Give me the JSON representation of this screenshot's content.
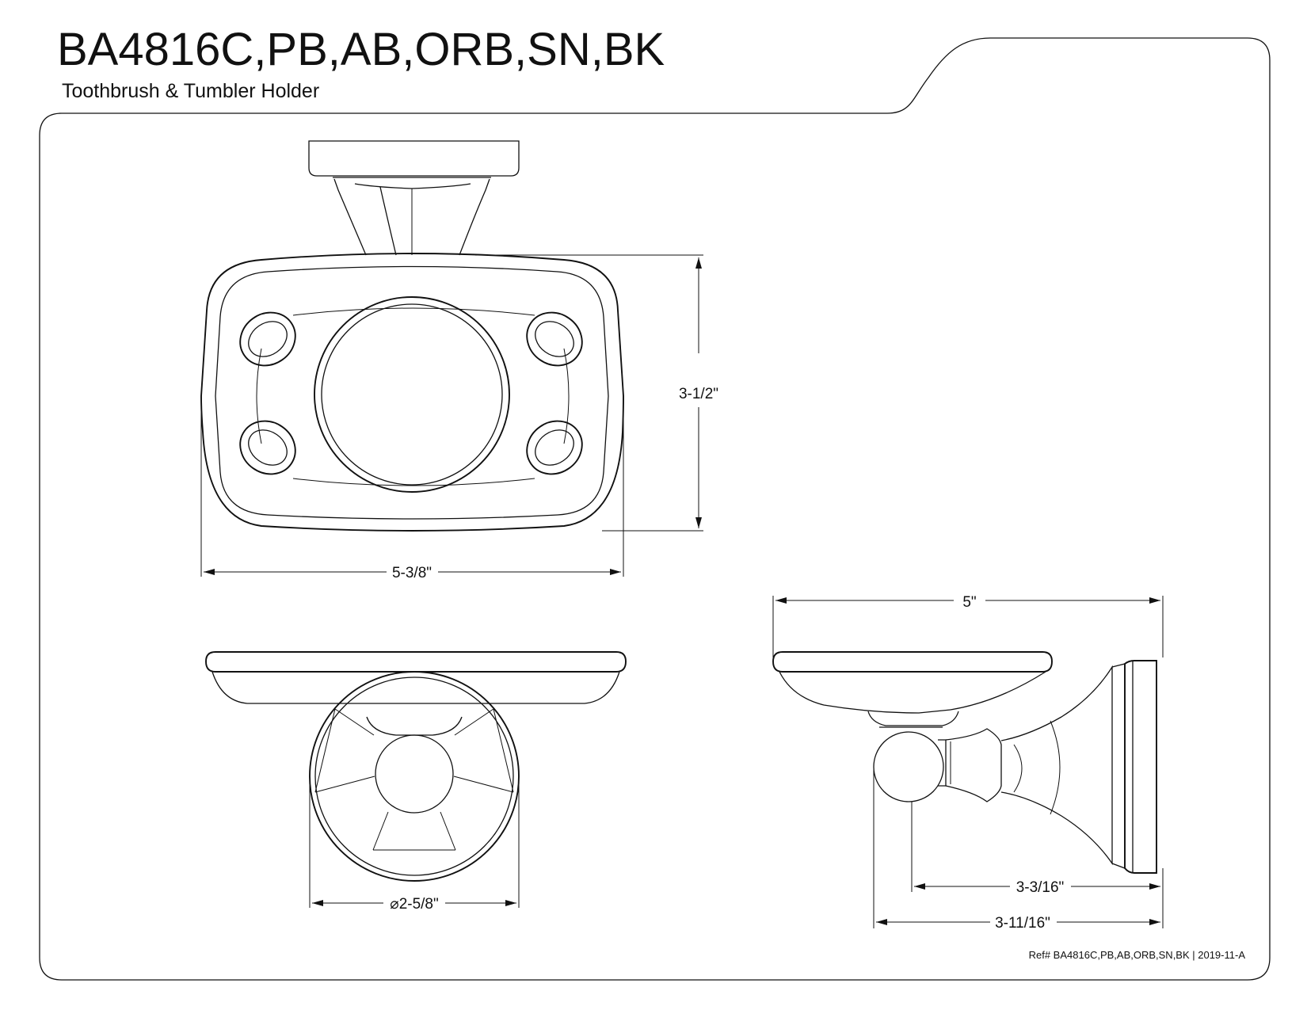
{
  "header": {
    "title": "BA4816C,PB,AB,ORB,SN,BK",
    "subtitle": "Toothbrush & Tumbler Holder"
  },
  "dimensions": {
    "height": "3-1/2\"",
    "width": "5-3/8\"",
    "diameter": "⌀2-5/8\"",
    "depth_overall": "5\"",
    "projection_ball": "3-3/16\"",
    "projection_total": "3-11/16\""
  },
  "footer": {
    "reference": "Ref# BA4816C,PB,AB,ORB,SN,BK | 2019-11-A"
  }
}
